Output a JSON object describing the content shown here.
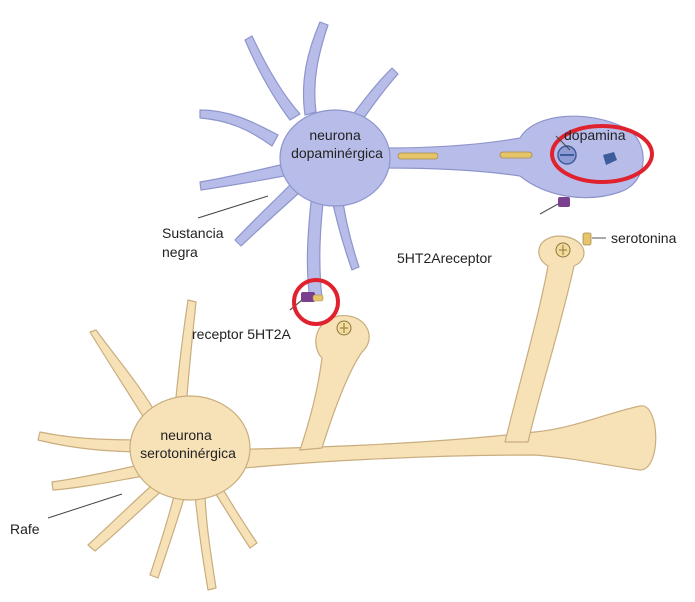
{
  "labels": {
    "dopaminergic_neuron": [
      "neurona",
      "dopaminérgica"
    ],
    "serotonergic_neuron": [
      "neurona",
      "serotoninérgica"
    ],
    "substantia_nigra": [
      "Sustancia",
      "negra"
    ],
    "raphe": "Rafe",
    "dopamine": "dopamina",
    "serotonin": "serotonina",
    "receptor_5ht2a_a": "receptor 5HT2A",
    "receptor_5ht2a_b": "5HT2Areceptor"
  },
  "colors": {
    "dopaminergic_neuron": "#b7bde8",
    "dopaminergic_outline": "#8e95cc",
    "serotonergic_neuron": "#f7e2b8",
    "serotonergic_outline": "#c9ad7e",
    "highlight_circle": "#e0222e",
    "receptor_purple": "#7a3f8f",
    "serotonin_yellow": "#e6c46a",
    "dopamine_blue": "#3f5c9a"
  }
}
